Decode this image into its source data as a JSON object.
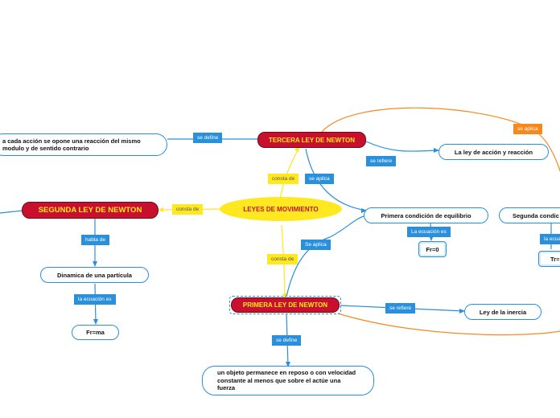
{
  "central": "LEYES DE MOVIMIENTO",
  "tercera": {
    "title": "TERCERA LEY DE NEWTON",
    "definition": "a cada acción se opone una reacción del mismo modulo y de sentido contrario",
    "refers": "La ley de acción y reacción",
    "label_define": "se define",
    "label_refers": "se refiere",
    "label_applies": "se aplica",
    "label_applies_orange": "se aplica",
    "label_consta": "consta de"
  },
  "segunda": {
    "title": "SEGUNDA LEY DE NEWTON",
    "label_consta": "consta de",
    "label_habla": "habla de",
    "dinamica": "Dinamica de una partícula",
    "label_ecuacion": "la ecuación es",
    "equation": "Fr=ma"
  },
  "primera": {
    "title": "PRIMERA LEY DE NEWTON",
    "label_consta": "consta de",
    "label_define": "se define",
    "definition": "un objeto permanece en reposo o con velocidad constante al menos que sobre el actúe una fuerza",
    "label_refers": "se refiere",
    "refers": "Ley de la inercia",
    "label_applies": "Se aplica"
  },
  "equilibrio1": {
    "title": "Primera condición de equilibrio",
    "label_ecuacion": "La ecuación es",
    "equation": "Fr=0"
  },
  "equilibrio2": {
    "title": "Segunda condic",
    "label_ecuacion": "la ecua",
    "equation": "Tr="
  },
  "colors": {
    "central": "#ffe81f",
    "law": "#c8102e",
    "label_blue": "#2a90dc",
    "label_orange": "#f5891f",
    "line_blue": "#2a8fe0",
    "line_orange": "#f5891f",
    "line_yellow": "#ffe81f"
  }
}
